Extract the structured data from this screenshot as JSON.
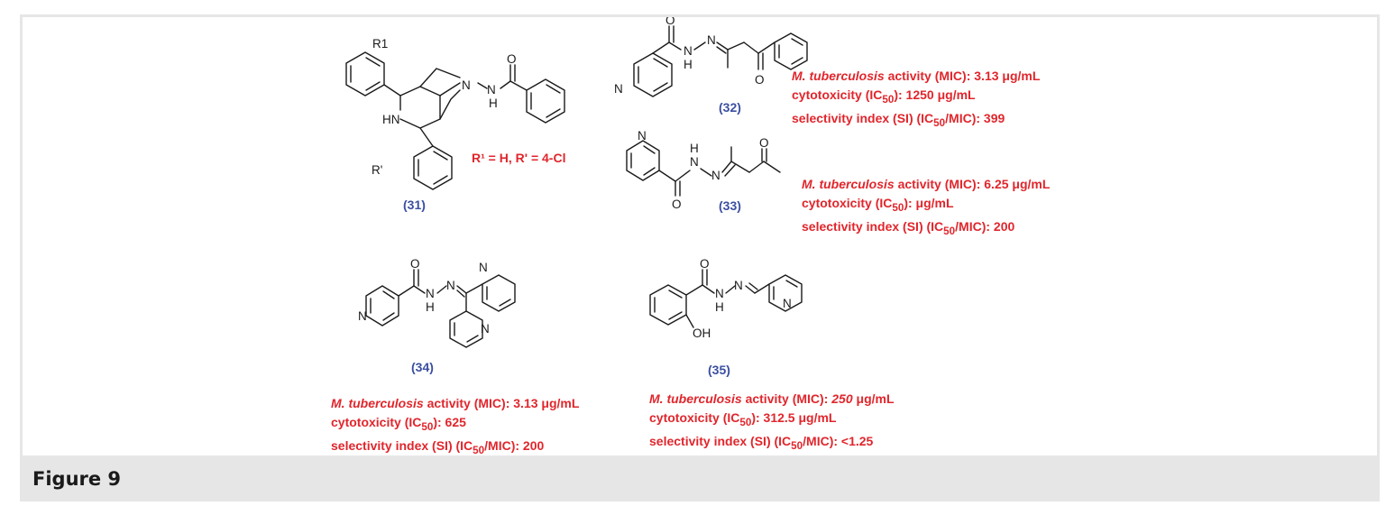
{
  "figure_label": "Figure 9",
  "r_note": "R¹ = H, R' = 4-Cl",
  "compounds": [
    {
      "id": "(31)"
    },
    {
      "id": "(32)",
      "activity": "3.13 μg/mL",
      "cytotoxicity": "1250 μg/mL",
      "selectivity": "399"
    },
    {
      "id": "(33)",
      "activity": "6.25 μg/mL",
      "cytotoxicity": "μg/mL",
      "selectivity": "200"
    },
    {
      "id": "(34)",
      "activity": "3.13 μg/mL",
      "cytotoxicity": "625",
      "selectivity": "200"
    },
    {
      "id": "(35)",
      "activity_value": "250",
      "activity_unit": " μg/mL",
      "cytotoxicity": "312.5 μg/mL",
      "selectivity": "<1.25"
    }
  ],
  "labels": {
    "organism": "M. tuberculosis",
    "activity": " activity (MIC): ",
    "cytotoxicity_prefix": "cytotoxicity (IC",
    "cytotoxicity_suffix": "): ",
    "selectivity_prefix": "selectivity index (SI) (IC",
    "selectivity_suffix": "/MIC): ",
    "subscript": "50"
  },
  "atoms": {
    "R1": "R1",
    "HN": "HN",
    "Rp": "R'",
    "N": "N",
    "H": "H",
    "O": "O",
    "OH": "OH"
  }
}
